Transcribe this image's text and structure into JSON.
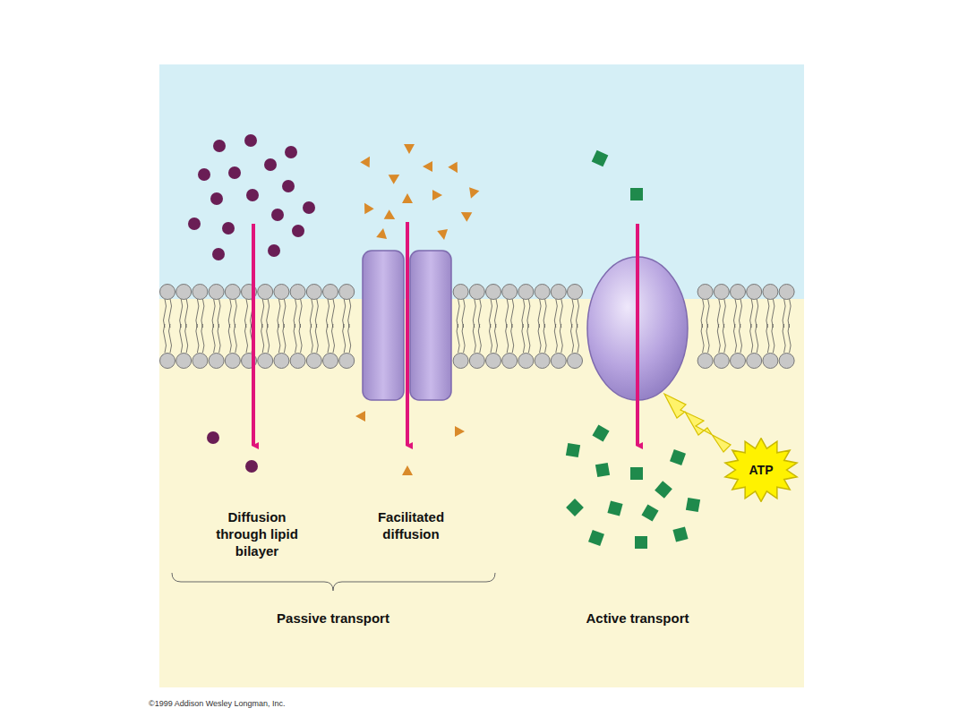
{
  "diagram": {
    "nodes": [
      {
        "text": [
          "ATP"
        ]
      }
    ],
    "labels": [
      "Diffusion through lipid bilayer",
      "Facilitated diffusion",
      "Passive transport",
      "Active transport",
      "©1999 Addison Wesley Longman, Inc."
    ]
  }
}
